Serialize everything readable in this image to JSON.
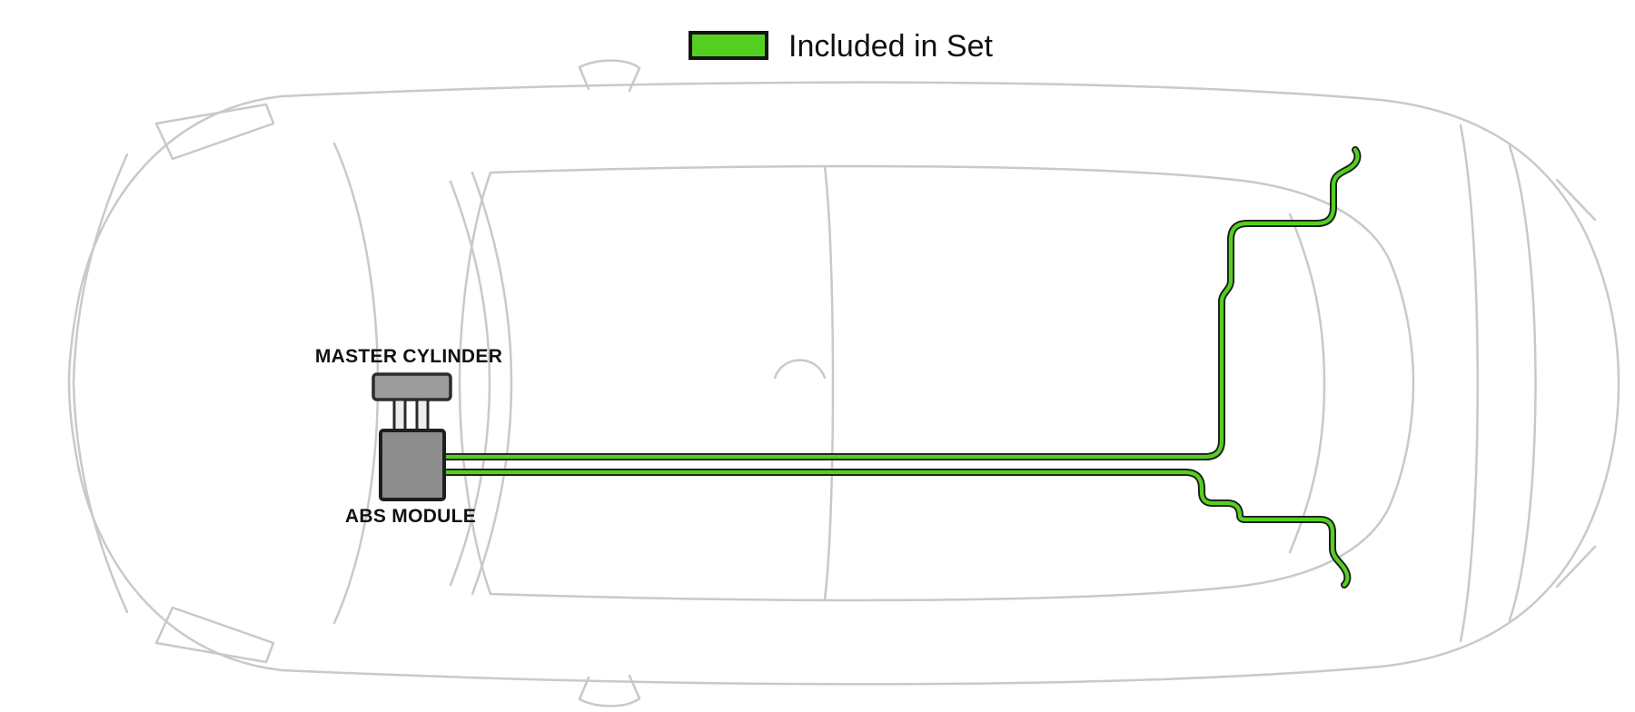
{
  "legend": {
    "label": "Included in Set"
  },
  "components": {
    "master_cylinder": {
      "label": "MASTER CYLINDER"
    },
    "abs_module": {
      "label": "ABS MODULE"
    }
  },
  "colors": {
    "line_green": "#53d01f",
    "line_casing": "#1c1c1c",
    "car_outline": "#c9c9c9",
    "master_cylinder_fill": "#9c9c9c",
    "abs_module_fill": "#8d8d8d",
    "component_stroke": "#2b2b2b",
    "legend_swatch_border": "#141414"
  }
}
